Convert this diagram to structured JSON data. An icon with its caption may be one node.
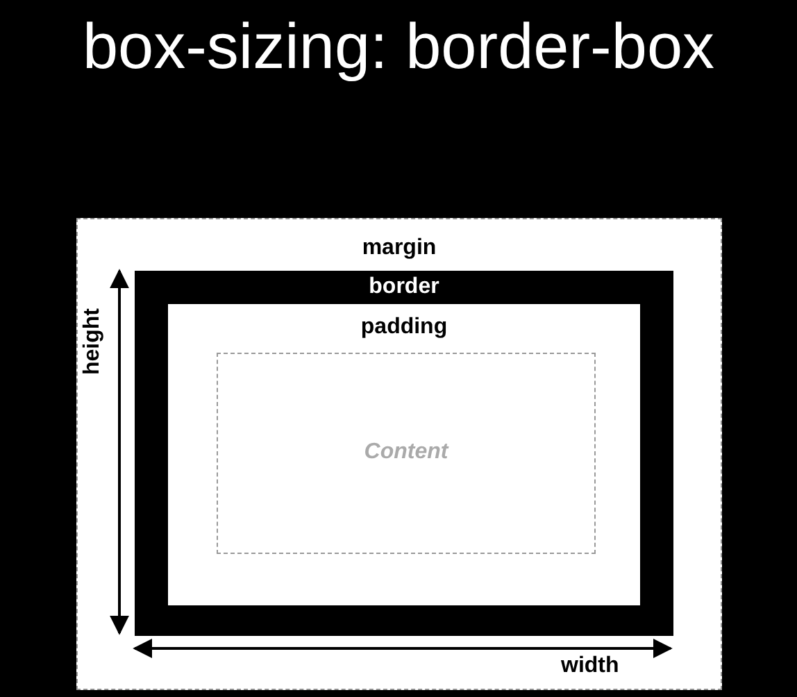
{
  "diagram": {
    "title": "box-sizing: border-box",
    "nodes": [
      {
        "text": [
          "margin"
        ]
      },
      {
        "text": [
          "border"
        ],
        "in": 0
      },
      {
        "text": [
          "padding"
        ],
        "in": 1
      },
      {
        "text": [
          "Content"
        ],
        "in": 2
      }
    ],
    "labels": [
      "height",
      "width"
    ]
  }
}
